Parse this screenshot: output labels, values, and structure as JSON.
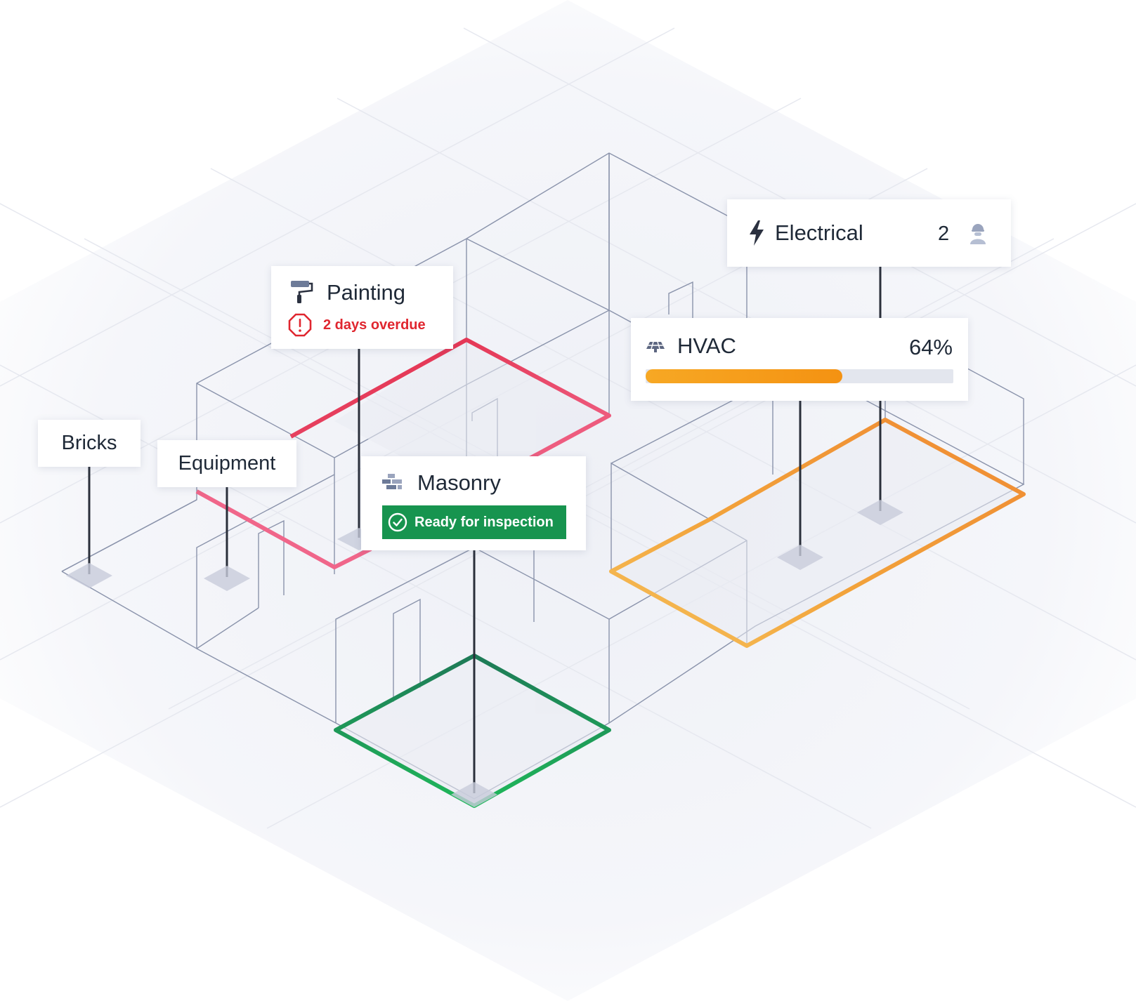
{
  "electrical": {
    "label": "Electrical",
    "worker_count": "2",
    "icon": "bolt-icon",
    "worker_icon": "worker-icon"
  },
  "painting": {
    "label": "Painting",
    "status": "2 days overdue",
    "icon": "paint-roller-icon",
    "status_icon": "alert-octagon-icon",
    "status_color": "#e0262f",
    "zone_color": "#e0263f"
  },
  "hvac": {
    "label": "HVAC",
    "progress_text": "64%",
    "progress": 0.64,
    "icon": "solar-panel-icon",
    "bar_color": "#f49a17",
    "zone_color": "#f28c2e"
  },
  "bricks": {
    "label": "Bricks"
  },
  "equipment": {
    "label": "Equipment"
  },
  "masonry": {
    "label": "Masonry",
    "status": "Ready for inspection",
    "icon": "bricks-icon",
    "status_icon": "check-circle-icon",
    "status_color": "#17944f",
    "zone_color": "#1b8a57"
  }
}
